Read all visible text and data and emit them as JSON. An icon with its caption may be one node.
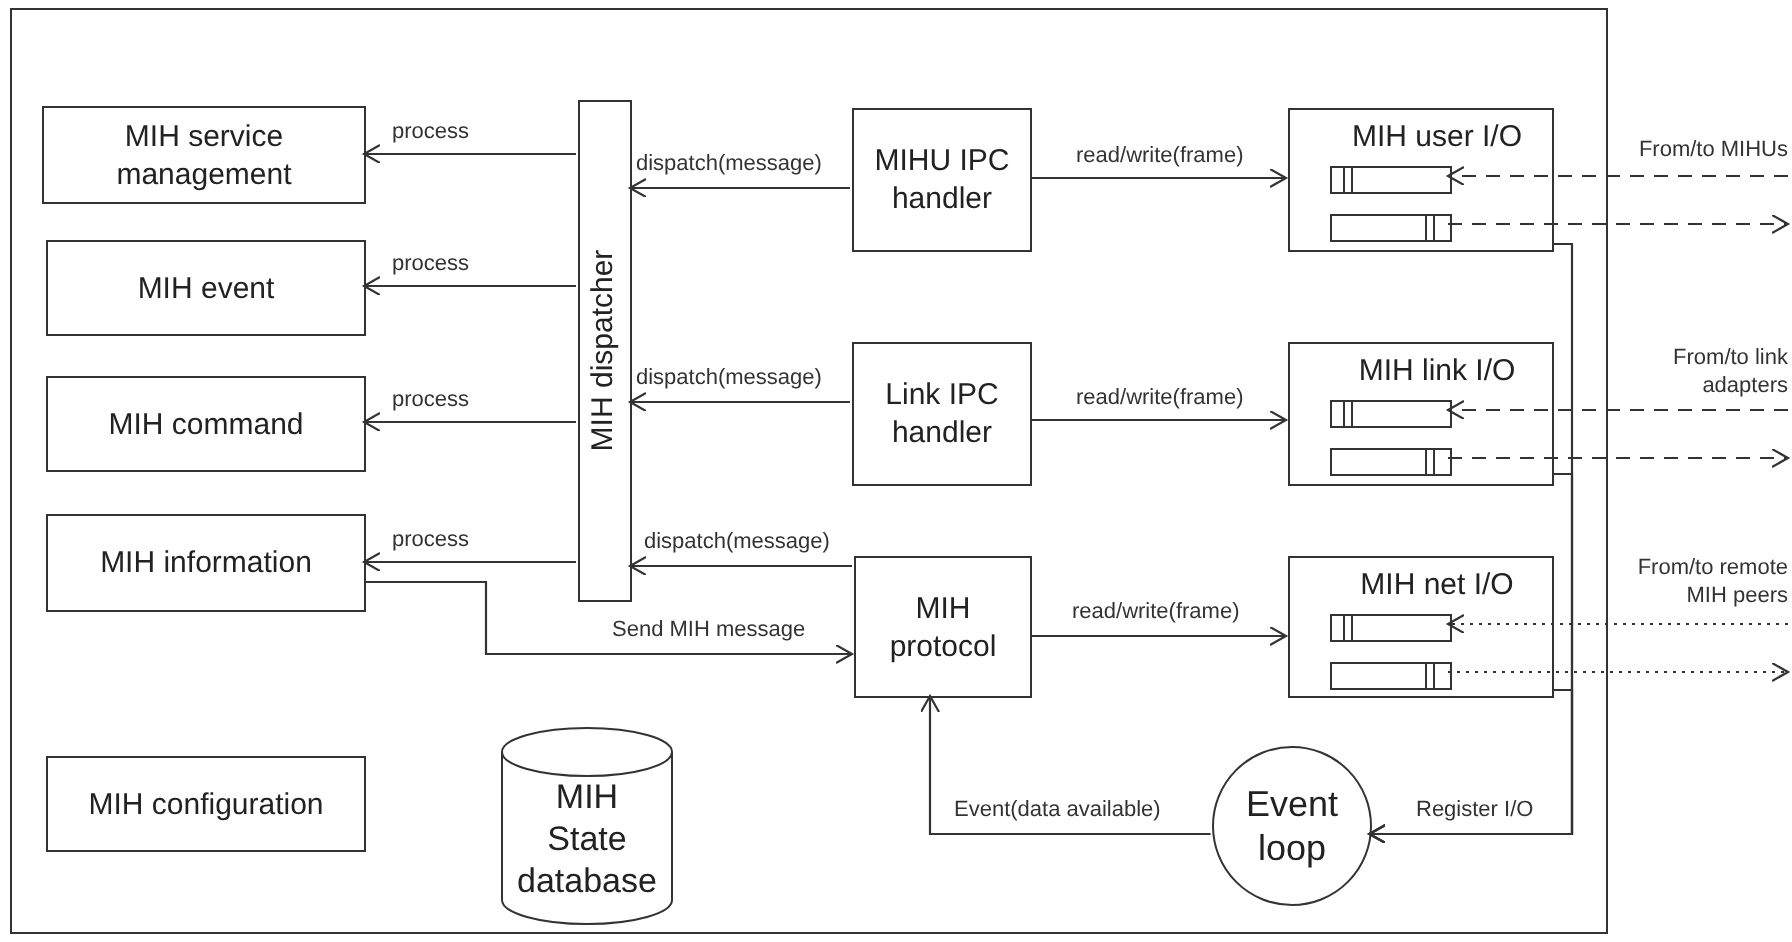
{
  "diagram": {
    "nodes": [
      {
        "text": [],
        "shape": "box"
      },
      {
        "text": [
          "MIH service management"
        ],
        "in": 0
      },
      {
        "text": [
          "MIH event"
        ],
        "in": 0
      },
      {
        "text": [
          "MIH command"
        ],
        "in": 0
      },
      {
        "text": [
          "MIH information"
        ],
        "in": 0
      },
      {
        "text": [
          "MIH configuration"
        ],
        "in": 0
      },
      {
        "text": [
          "MIH dispatcher"
        ],
        "in": 0
      },
      {
        "text": [
          "MIHU IPC handler"
        ],
        "in": 0
      },
      {
        "text": [
          "Link IPC handler"
        ],
        "in": 0
      },
      {
        "text": [
          "MIH protocol"
        ],
        "in": 0
      },
      {
        "text": [
          "MIH State database"
        ],
        "in": 0
      },
      {
        "text": [
          "MIH user I/O"
        ],
        "in": 0
      },
      {
        "text": [],
        "shape": "bar",
        "in": 11
      },
      {
        "text": [],
        "shape": "bar",
        "in": 11
      },
      {
        "text": [
          "MIH link I/O"
        ],
        "in": 0
      },
      {
        "text": [],
        "shape": "bar",
        "in": 14
      },
      {
        "text": [],
        "shape": "bar",
        "in": 14
      },
      {
        "text": [
          "MIH net I/O"
        ],
        "in": 0
      },
      {
        "text": [],
        "shape": "bar",
        "in": 17
      },
      {
        "text": [],
        "shape": "bar",
        "in": 17
      },
      {
        "text": [
          "Event loop"
        ],
        "in": 0
      },
      {
        "text": [
          "From/to MIHUs"
        ]
      },
      {
        "text": [
          "From/to link adapters"
        ]
      },
      {
        "text": [
          "From/to remote MIH peers"
        ]
      }
    ],
    "edges": [
      {
        "from": 6,
        "to": 1,
        "arrow": "to",
        "label": "process"
      },
      {
        "from": 6,
        "to": 2,
        "arrow": "to",
        "label": "process"
      },
      {
        "from": 6,
        "to": 3,
        "arrow": "to",
        "label": "process"
      },
      {
        "from": 6,
        "to": 4,
        "arrow": "to",
        "label": "process"
      },
      {
        "from": 7,
        "to": 6,
        "arrow": "to",
        "label": "dispatch(message)"
      },
      {
        "from": 8,
        "to": 6,
        "arrow": "to",
        "label": "dispatch(message)"
      },
      {
        "from": 9,
        "to": 6,
        "arrow": "to",
        "label": "dispatch(message)"
      },
      {
        "from": 7,
        "to": 11,
        "arrow": "to",
        "label": "read/write(frame)"
      },
      {
        "from": 8,
        "to": 14,
        "arrow": "to",
        "label": "read/write(frame)"
      },
      {
        "from": 9,
        "to": 17,
        "arrow": "to",
        "label": "read/write(frame)"
      },
      {
        "from": 4,
        "to": 9,
        "arrow": "to",
        "label": "Send MIH message"
      },
      {
        "from": 20,
        "to": 9,
        "arrow": "to",
        "label": "Event(data available)"
      },
      {
        "from": 11,
        "to": 20,
        "arrow": "to"
      },
      {
        "from": 14,
        "to": 20,
        "arrow": "to"
      },
      {
        "from": 17,
        "to": 20,
        "arrow": "to",
        "label": "Register I/O"
      },
      {
        "from": 21,
        "to": 12,
        "arrow": "to",
        "style": "dashed"
      },
      {
        "from": 13,
        "to": 21,
        "arrow": "to",
        "style": "dashed"
      },
      {
        "from": 22,
        "to": 15,
        "arrow": "to",
        "style": "dashed"
      },
      {
        "from": 16,
        "to": 22,
        "arrow": "to",
        "style": "dashed"
      },
      {
        "from": 23,
        "to": 18,
        "arrow": "to",
        "style": "dashed"
      },
      {
        "from": 19,
        "to": 23,
        "arrow": "to",
        "style": "dashed"
      }
    ]
  }
}
